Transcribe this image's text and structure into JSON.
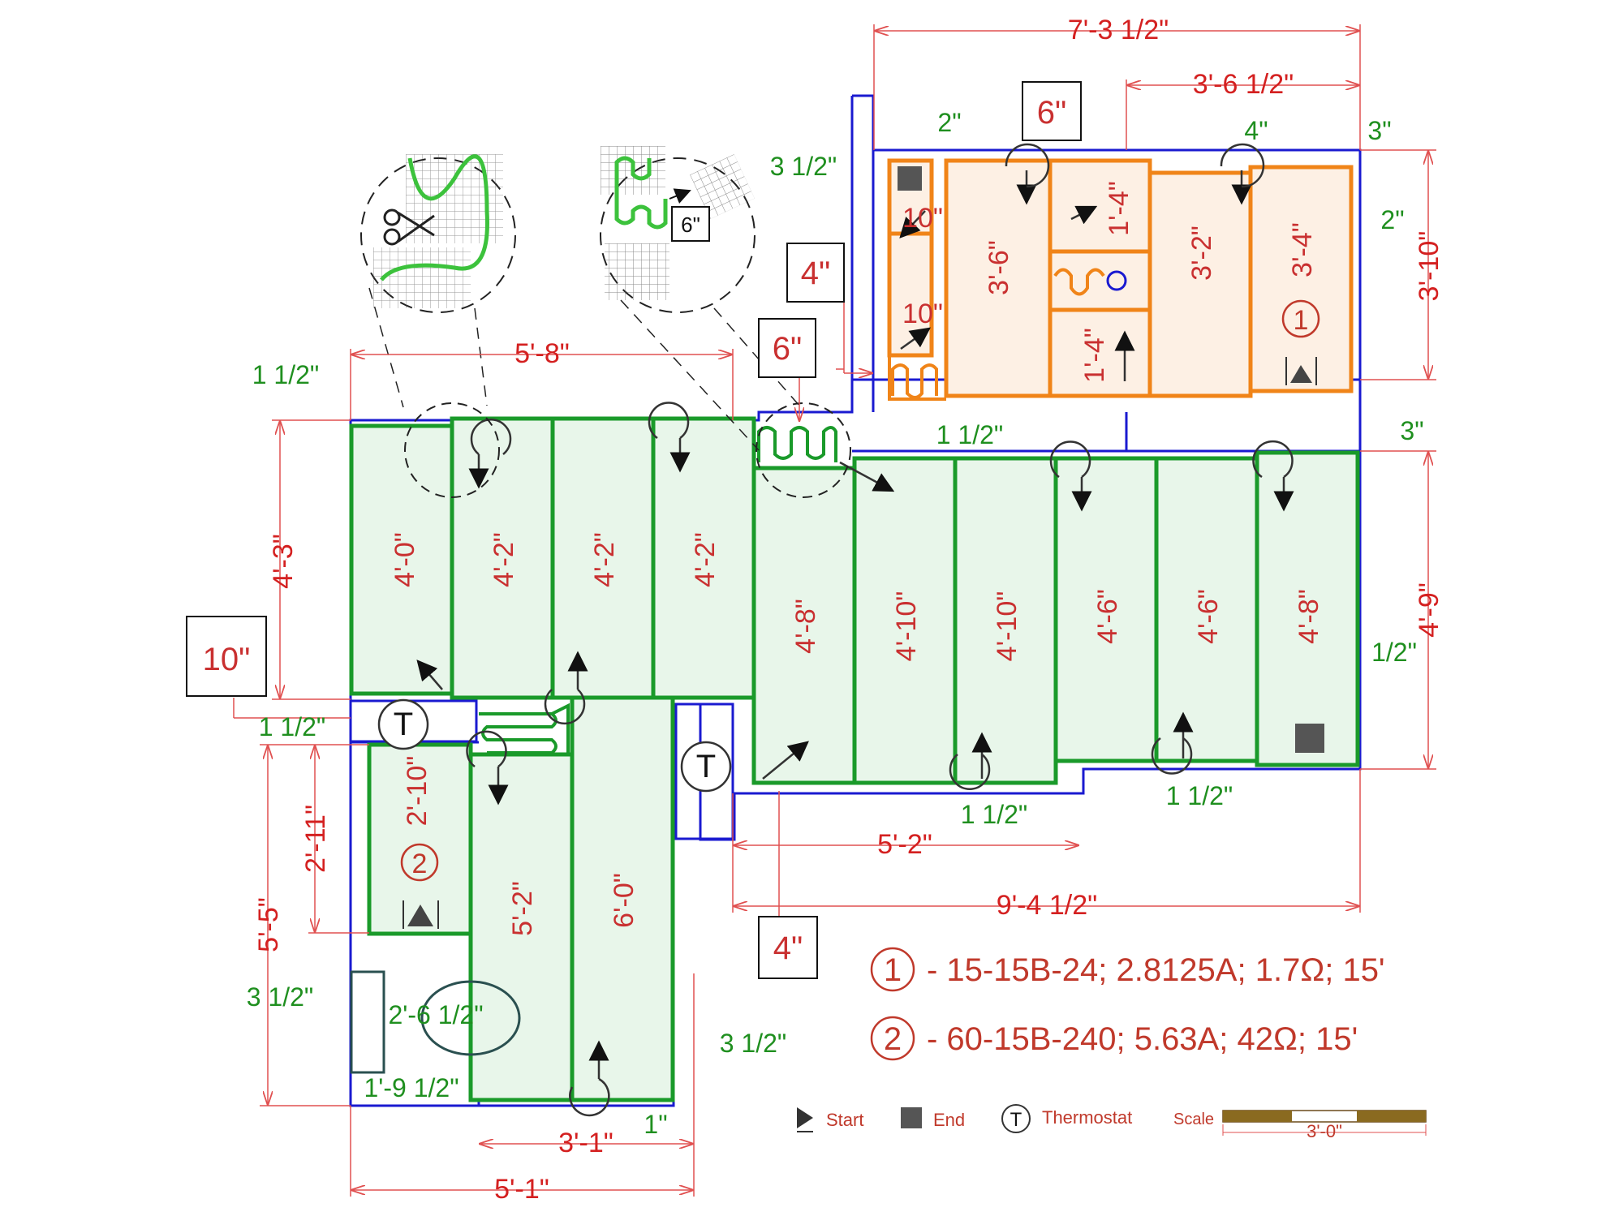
{
  "dims_top": {
    "total_width": "7'-3 1/2\"",
    "right_width": "3'-6 1/2\"",
    "left_width": "5'-8\"",
    "right_height": "3'-10\"",
    "mid_height": "4'-9\"",
    "left_height": "4'-3\"",
    "bottom_a": "5'-2\"",
    "bottom_b": "9'-4 1/2\"",
    "bottom_c": "3'-1\"",
    "bottom_d": "5'-1\"",
    "left_a": "5'-5\"",
    "left_b": "2'-11\"",
    "width_mid": "2'-6 1/2\"",
    "width_low": "1'-9 1/2\""
  },
  "green_notes": {
    "g1": "2\"",
    "g2": "4\"",
    "g3": "3\"",
    "g4": "3 1/2\"",
    "g5": "2\"",
    "g6": "1 1/2\"",
    "g7": "1 1/2\"",
    "g8": "3\"",
    "g9": "1/2\"",
    "g10": "1 1/2\"",
    "g11": "1 1/2\"",
    "g12": "1 1/2\"",
    "g13": "3 1/2\"",
    "g14": "3 1/2\"",
    "g15": "1\""
  },
  "boxes": {
    "b6_top": "6\"",
    "b4_mid": "4\"",
    "b6_mid": "6\"",
    "b10": "10\"",
    "b4_bottom": "4\"",
    "zoom_label": "6\""
  },
  "orange_panels": [
    "10\"",
    "10\"",
    "3'-6\"",
    "1'-4\"",
    "1'-4\"",
    "3'-2\"",
    "3'-4\""
  ],
  "green_panels": [
    "4'-0\"",
    "4'-2\"",
    "4'-2\"",
    "4'-2\"",
    "4'-8\"",
    "4'-10\"",
    "4'-10\"",
    "4'-6\"",
    "4'-6\"",
    "4'-8\"",
    "2'-10\"",
    "5'-2\"",
    "6'-0\""
  ],
  "circuits": {
    "c1_num": "1",
    "c1_spec": "- 15-15B-24; 2.8125A; 1.7Ω; 15'",
    "c2_num": "2",
    "c2_spec": "- 60-15B-240; 5.63A; 42Ω; 15'"
  },
  "thermostat_symbol": "T",
  "legend": {
    "start": "Start",
    "end": "End",
    "thermostat": "Thermostat",
    "scale": "Scale",
    "scale_value": "3'-0\""
  },
  "icons": {
    "start": "start-triangle-icon",
    "end": "end-square-icon",
    "thermostat": "thermostat-icon",
    "scissors": "scissors-icon"
  },
  "colors": {
    "green_mat": "#1a9a2a",
    "orange_mat": "#f08418",
    "wall": "#1a1ad0",
    "dimension": "#e05050"
  }
}
